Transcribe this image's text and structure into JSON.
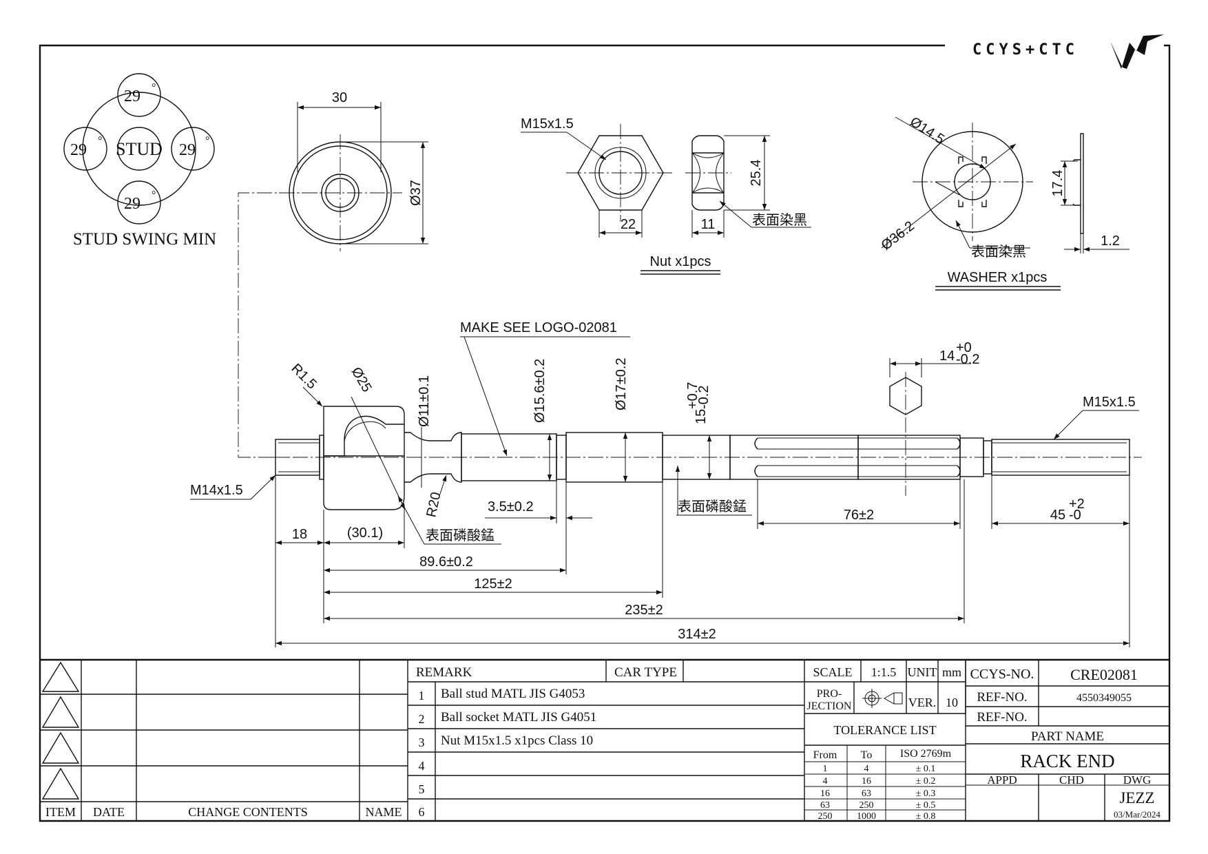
{
  "brand": {
    "logo_text": "CCYS+CTC"
  },
  "stud_swing": {
    "center": "STUD",
    "angles": [
      "29",
      "29",
      "29",
      "29"
    ],
    "degree_mark": "°",
    "caption": "STUD SWING MIN"
  },
  "dust_cover_view": {
    "dim_width": "30",
    "dim_dia": "Ø37"
  },
  "nut_view": {
    "thread": "M15x1.5",
    "across_flats": "22",
    "thickness": "11",
    "height": "25.4",
    "finish": "表面染黑",
    "caption": "Nut x1pcs"
  },
  "washer_view": {
    "inner_dia": "Ø14.5",
    "outer_dia": "Ø36.2",
    "tab_height": "17.4",
    "thickness": "1.2",
    "finish": "表面染黑",
    "caption": "WASHER x1pcs"
  },
  "main_view": {
    "logo_note": "MAKE SEE LOGO-02081",
    "radius_r15": "R1.5",
    "dia_ball": "Ø25",
    "dia_neck": "Ø11±0.1",
    "dia_15_6": "Ø15.6±0.2",
    "dia_17": "Ø17±0.2",
    "dia_15_base": "15",
    "dia_15_tol_up": "+0.7",
    "dia_15_tol_low": "-0.2",
    "hex_base": "14",
    "hex_tol_up": "+0",
    "hex_tol_low": "-0.2",
    "thread_left": "M14x1.5",
    "thread_right": "M15x1.5",
    "radius_r20": "R20",
    "len_3_5": "3.5±0.2",
    "finish_phos_1": "表面磷酸錳",
    "finish_phos_2": "表面磷酸錳",
    "len_76": "76±2",
    "len_45_base": "45",
    "len_45_tol_up": "+2",
    "len_45_tol_low": "-0",
    "len_18": "18",
    "len_30_1": "(30.1)",
    "len_89_6": "89.6±0.2",
    "len_125": "125±2",
    "len_235": "235±2",
    "len_314": "314±2"
  },
  "revision_table": {
    "headers": [
      "ITEM",
      "DATE",
      "CHANGE CONTENTS",
      "NAME"
    ]
  },
  "remarks": {
    "header": "REMARK",
    "car_type_label": "CAR TYPE",
    "rows": [
      {
        "no": "1",
        "text": "Ball stud MATL JIS G4053"
      },
      {
        "no": "2",
        "text": "Ball socket MATL JIS G4051"
      },
      {
        "no": "3",
        "text": "Nut M15x1.5 x1pcs Class 10"
      },
      {
        "no": "4",
        "text": ""
      },
      {
        "no": "5",
        "text": ""
      },
      {
        "no": "6",
        "text": ""
      }
    ]
  },
  "title_block": {
    "scale_label": "SCALE",
    "scale_value": "1:1.5",
    "unit_label": "UNIT",
    "unit_value": "mm",
    "projection_label_1": "PRO-",
    "projection_label_2": "JECTION",
    "ver_label": "VER.",
    "ver_value": "10",
    "ccys_no_label": "CCYS-NO.",
    "ccys_no_value": "CRE02081",
    "ref_no_label_1": "REF-NO.",
    "ref_no_value_1": "4550349055",
    "ref_no_label_2": "REF-NO.",
    "ref_no_value_2": "",
    "part_name_label": "PART NAME",
    "part_name_value": "RACK END",
    "appd_label": "APPD",
    "chd_label": "CHD",
    "dwg_label": "DWG",
    "dwg_name": "JEZZ",
    "dwg_date": "03/Mar/2024"
  },
  "tolerance_list": {
    "title": "TOLERANCE LIST",
    "headers": [
      "From",
      "To",
      "ISO 2769m"
    ],
    "rows": [
      [
        "1",
        "4",
        "± 0.1"
      ],
      [
        "4",
        "16",
        "± 0.2"
      ],
      [
        "16",
        "63",
        "± 0.3"
      ],
      [
        "63",
        "250",
        "± 0.5"
      ],
      [
        "250",
        "1000",
        "± 0.8"
      ]
    ]
  }
}
